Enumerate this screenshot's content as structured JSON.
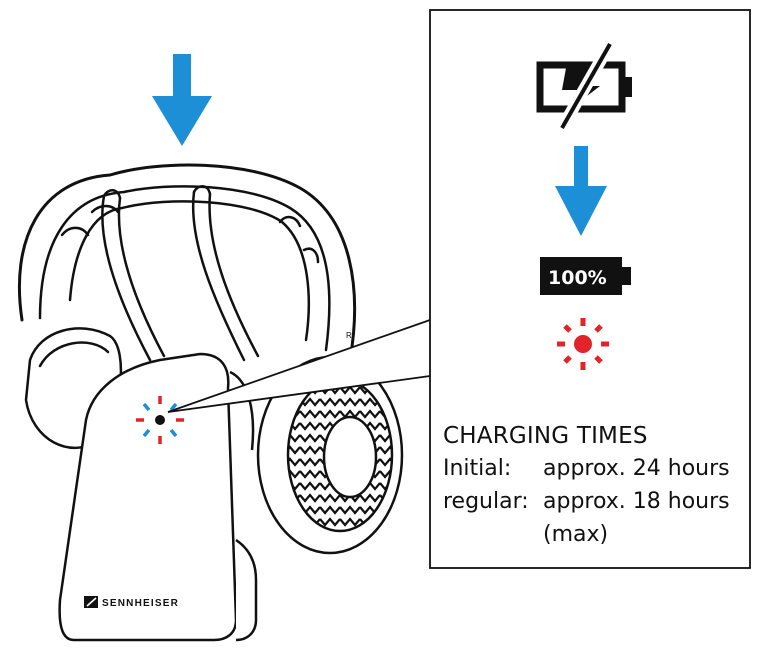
{
  "callout": {
    "percent_label": "100%",
    "heading": "CHARGING TIMES",
    "rows": [
      {
        "label": "Initial:",
        "value": "approx. 24 hours"
      },
      {
        "label": "regular:",
        "value": "approx. 18 hours"
      },
      {
        "label": "",
        "value": "(max)"
      }
    ]
  },
  "device": {
    "brand": "SENNHEISER",
    "side_mark": "R"
  },
  "icons": {
    "down_arrow": "down-arrow-icon",
    "charging_battery": "battery-charging-icon",
    "full_battery": "battery-full-icon",
    "led": "led-blinking-icon"
  },
  "colors": {
    "arrow_blue": "#1d8fd6",
    "led_red": "#e3232a",
    "led_blue": "#1d8fd6"
  }
}
